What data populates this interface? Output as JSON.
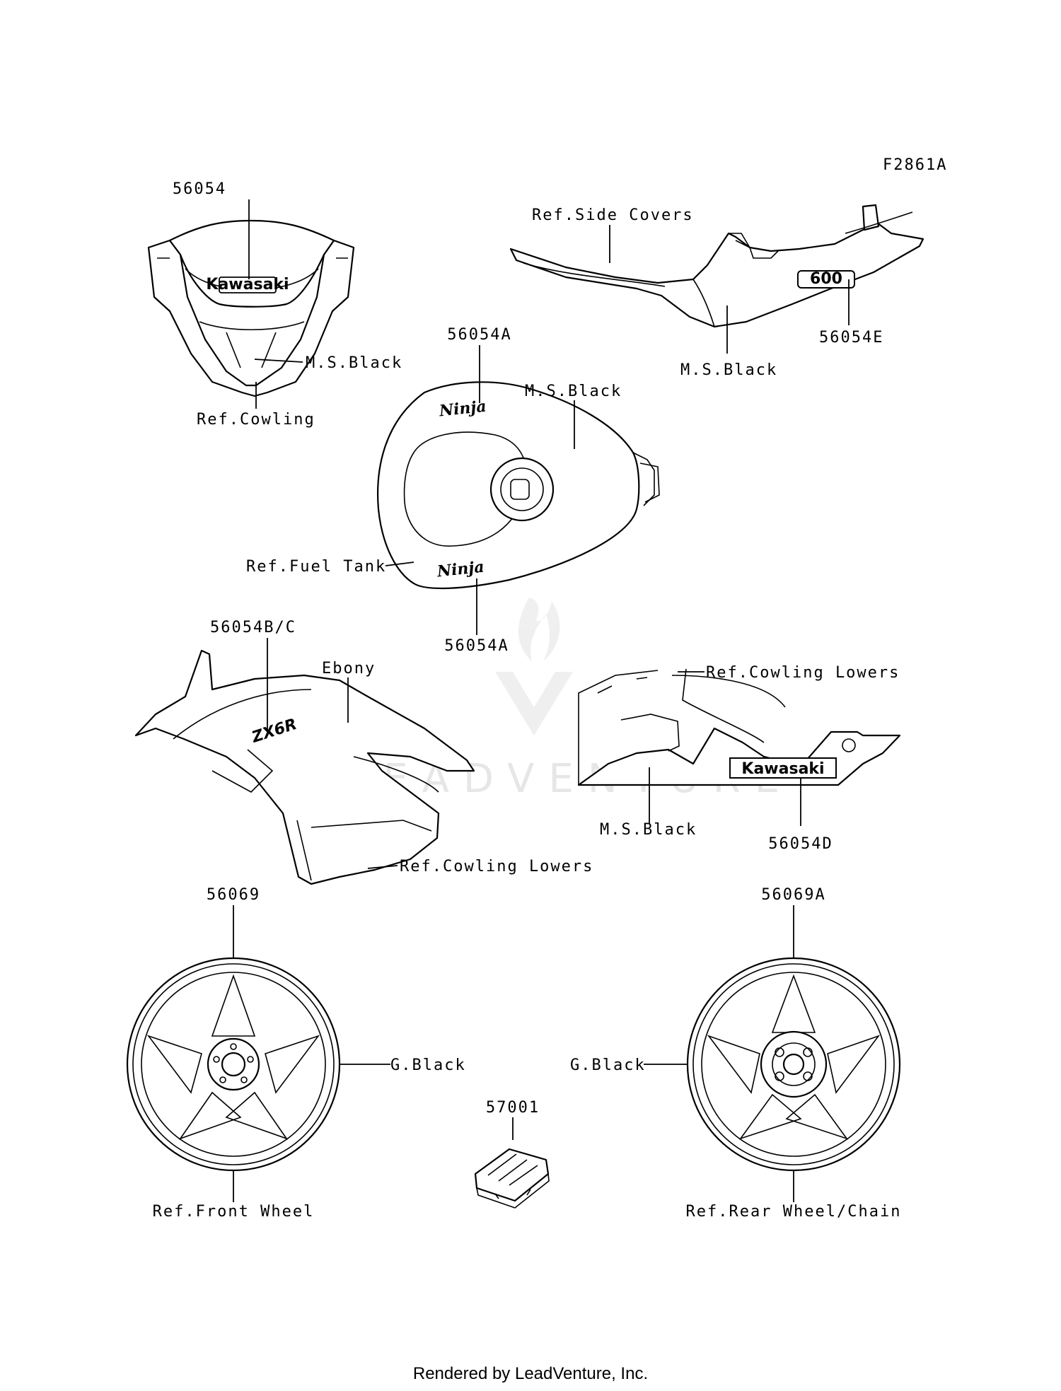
{
  "figure_code": "F2861A",
  "callouts": {
    "c56054": "56054",
    "c56054A_top": "56054A",
    "c56054A_bottom": "56054A",
    "c56054BC": "56054B/C",
    "c56054D": "56054D",
    "c56054E": "56054E",
    "c56069": "56069",
    "c56069A": "56069A",
    "c57001": "57001"
  },
  "labels": {
    "ms_black_cowling": "M.S.Black",
    "ref_cowling": "Ref.Cowling",
    "ref_side_covers": "Ref.Side Covers",
    "ms_black_tail": "M.S.Black",
    "ms_black_tank": "M.S.Black",
    "ref_fuel_tank": "Ref.Fuel Tank",
    "ebony": "Ebony",
    "ref_cowling_lowers_left": "Ref.Cowling Lowers",
    "ref_cowling_lowers_right": "Ref.Cowling Lowers",
    "ms_black_lower": "M.S.Black",
    "g_black_front": "G.Black",
    "g_black_rear": "G.Black",
    "ref_front_wheel": "Ref.Front Wheel",
    "ref_rear_wheel": "Ref.Rear Wheel/Chain"
  },
  "decals": {
    "kawasaki_cowl": "Kawasaki",
    "kawasaki_lower": "Kawasaki",
    "ninja_top": "Ninja",
    "ninja_bottom": "Ninja",
    "zx6r": "ZX6R",
    "six_hundred": "600"
  },
  "watermark": "LEADVENTURE",
  "footer": "Rendered by LeadVenture, Inc.",
  "colors": {
    "line": "#000000",
    "background": "#ffffff",
    "watermark": "#e4e4e4"
  }
}
